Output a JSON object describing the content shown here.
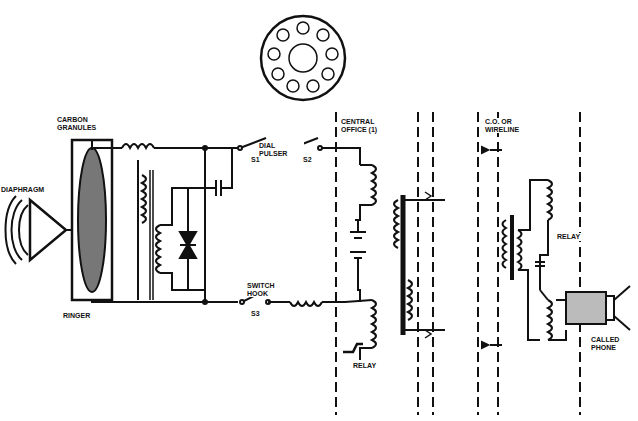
{
  "diagram": {
    "labels": [
      "DIAPHRAGM",
      "CARBON GRANULES",
      "RINGER",
      "DIAL PULSER",
      "S1",
      "S2",
      "CENTRAL OFFICE (1)",
      "SWITCH HOOK",
      "S3",
      "RELAY",
      "C.O. OR WIRELINE",
      "RELAY",
      "CALLED PHONE"
    ]
  }
}
